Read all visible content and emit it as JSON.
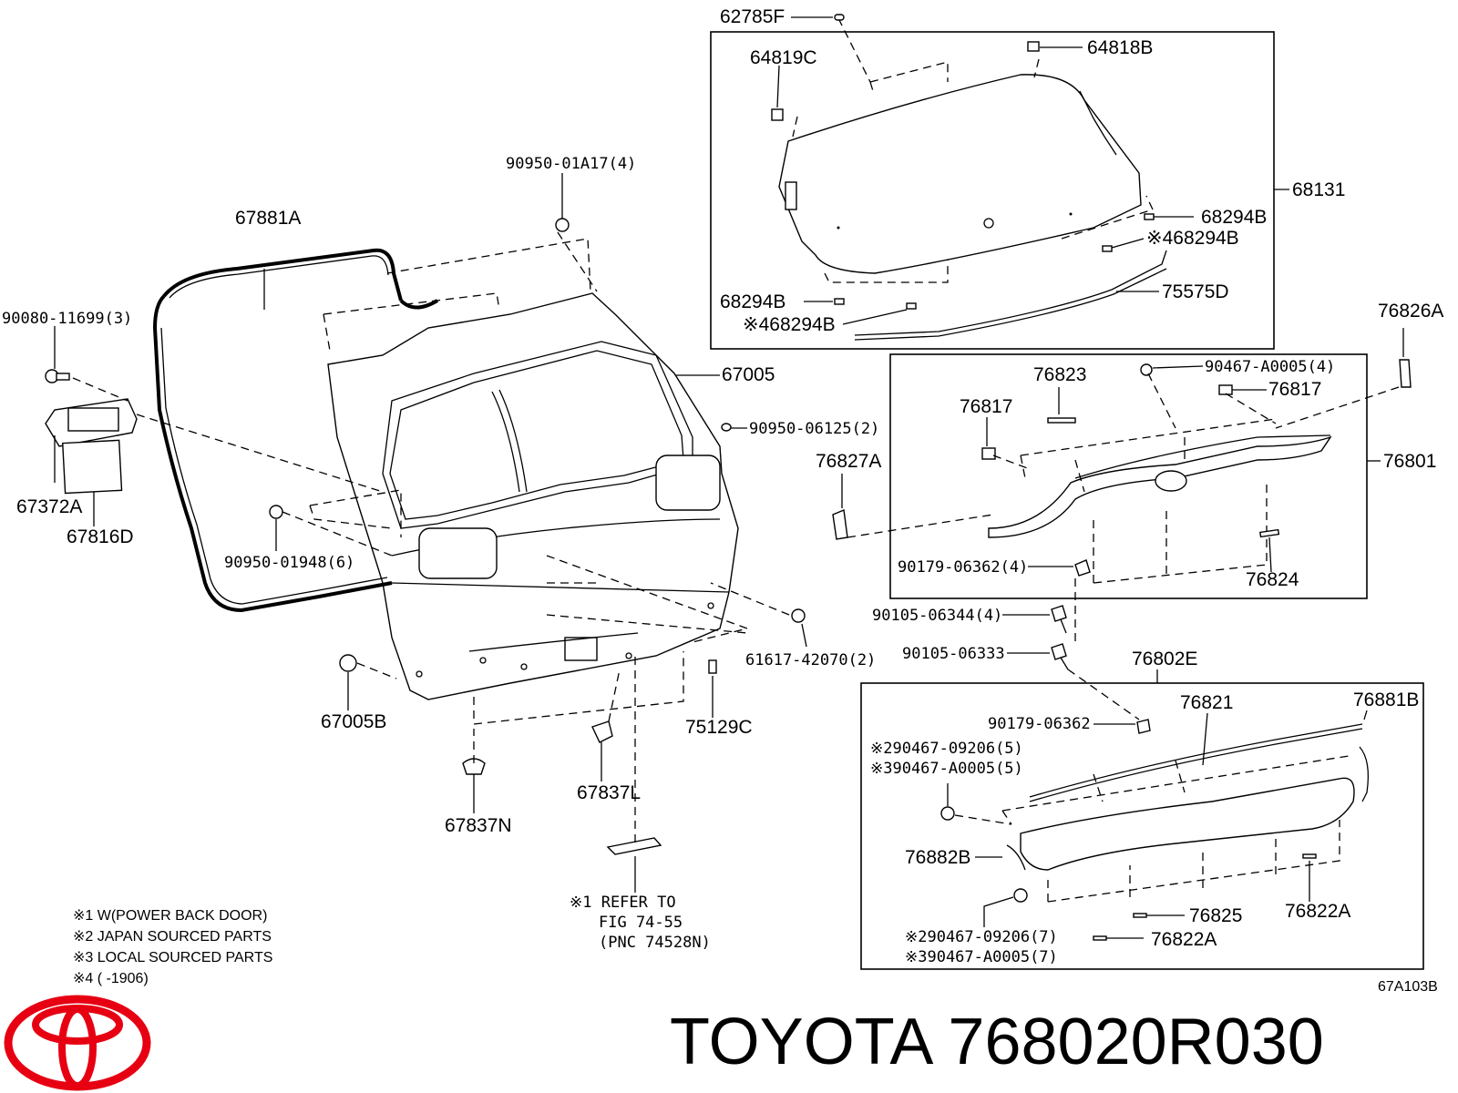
{
  "parts": {
    "p62785F": "62785F",
    "p64818B": "64818B",
    "p64819C": "64819C",
    "p68131": "68131",
    "p68294B_a": "68294B",
    "p68294B_b": "※468294B",
    "p68294B_c": "68294B",
    "p68294B_d": "※468294B",
    "p75575D": "75575D",
    "p90950_01A17": "90950-01A17(4)",
    "p67881A": "67881A",
    "p90080_11699": "90080-11699(3)",
    "p67005": "67005",
    "p90950_06125": "90950-06125(2)",
    "p67372A": "67372A",
    "p67816D": "67816D",
    "p90950_01948": "90950-01948(6)",
    "p76826A": "76826A",
    "p76823": "76823",
    "p90467_A0005": "90467-A0005(4)",
    "p76817_a": "76817",
    "p76817_b": "76817",
    "p76827A": "76827A",
    "p76801": "76801",
    "p90179_06362_4": "90179-06362(4)",
    "p76824": "76824",
    "p90105_06344": "90105-06344(4)",
    "p90105_06333": "90105-06333",
    "p61617_42070": "61617-42070(2)",
    "p67005B": "67005B",
    "p75129C": "75129C",
    "p76802E": "76802E",
    "p90179_06362": "90179-06362",
    "p76821": "76821",
    "p76881B": "76881B",
    "p90467_09206_5": "※290467-09206(5)",
    "p90467_A0005_5": "※390467-A0005(5)",
    "p67837L": "67837L",
    "p67837N": "67837N",
    "p76882B": "76882B",
    "p76825": "76825",
    "p76822A_a": "76822A",
    "p76822A_b": "76822A",
    "p90467_09206_7": "※290467-09206(7)",
    "p90467_A0005_7": "※390467-A0005(7)"
  },
  "reference": {
    "line1": "※1 REFER  TO",
    "line2": "FIG  74-55",
    "line3": "(PNC  74528N)"
  },
  "notes": [
    "※1 W(POWER BACK DOOR)",
    "※2 JAPAN SOURCED PARTS",
    "※3 LOCAL SOURCED PARTS",
    "※4 (        -1906)"
  ],
  "diagram_code": "67A103B",
  "brand_title": "TOYOTA 768020R030",
  "colors": {
    "logo": "#e60012",
    "ink": "#000000"
  },
  "logo": {
    "icon": "toyota-logo-icon"
  }
}
